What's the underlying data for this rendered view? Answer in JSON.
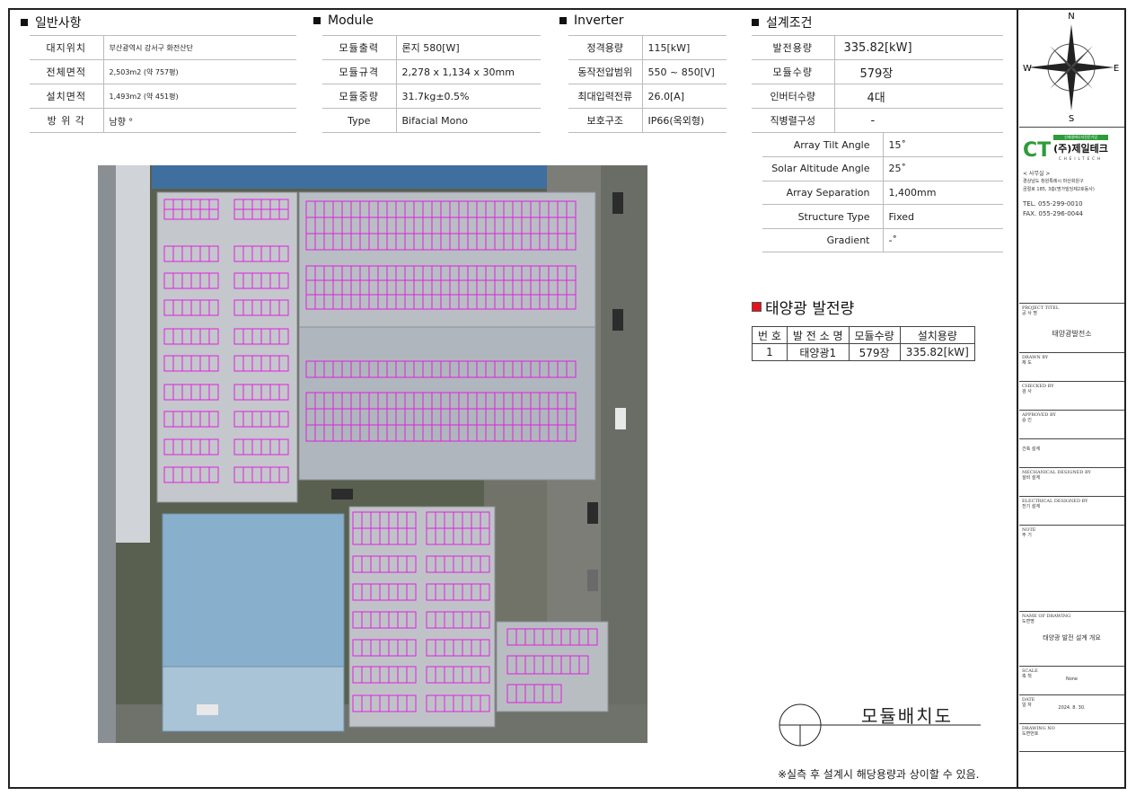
{
  "general": {
    "title": "일반사항",
    "rows": [
      {
        "key": "대지위치",
        "value": "부산광역시 강서구 화전산단"
      },
      {
        "key": "전체면적",
        "value": "2,503m2 (약 757평)"
      },
      {
        "key": "설치면적",
        "value": "1,493m2 (약 451평)"
      },
      {
        "key": "방 위 각",
        "value": "남향 °"
      }
    ]
  },
  "module": {
    "title": "Module",
    "rows": [
      {
        "key": "모듈출력",
        "value": "론지 580[W]"
      },
      {
        "key": "모듈규격",
        "value": "2,278 x 1,134 x 30mm"
      },
      {
        "key": "모듈중량",
        "value": "31.7kg±0.5%"
      },
      {
        "key": "Type",
        "value": "Bifacial Mono"
      }
    ]
  },
  "inverter": {
    "title": "Inverter",
    "rows": [
      {
        "key": "정격용량",
        "value": "115[kW]"
      },
      {
        "key": "동작전압범위",
        "value": "550 ~ 850[V]"
      },
      {
        "key": "최대입력전류",
        "value": "26.0[A]"
      },
      {
        "key": "보호구조",
        "value": "IP66(옥외형)"
      }
    ]
  },
  "conditions": {
    "title": "설계조건",
    "rows": [
      {
        "key": "발전용량",
        "value": "335.82[kW]"
      },
      {
        "key": "모듈수량",
        "value": "579장"
      },
      {
        "key": "인버터수량",
        "value": "4대"
      },
      {
        "key": "직병렬구성",
        "value": "-"
      }
    ],
    "rows2": [
      {
        "key": "Array Tilt Angle",
        "value": "15˚"
      },
      {
        "key": "Solar Altitude Angle",
        "value": "25˚"
      },
      {
        "key": "Array Separation",
        "value": "1,400mm"
      },
      {
        "key": "Structure Type",
        "value": "Fixed"
      },
      {
        "key": "Gradient",
        "value": "-˚"
      }
    ]
  },
  "generation": {
    "title": "태양광 발전량",
    "headers": [
      "번 호",
      "발 전 소 명",
      "모듈수량",
      "설치용량"
    ],
    "rows": [
      [
        "1",
        "태양광1",
        "579장",
        "335.82[kW]"
      ]
    ]
  },
  "drawing": {
    "label": "모듈배치도",
    "note": "※실측 후 설계시 해당용량과 상이할 수 있음."
  },
  "sidebar": {
    "compass": {
      "n": "N",
      "s": "S",
      "e": "E",
      "w": "W"
    },
    "company": {
      "badge": "신재생에너지전문기업",
      "logo_ct": "CT",
      "name": "(주)제일테크",
      "eng": "CHEILTECH",
      "office": "< 사무실 >",
      "addr1": "경상남도 창원특례시 마산회원구",
      "addr2": "곰절로 185, 3층(명가빌딩제2호동사)",
      "tel": "TEL. 055-299-0010",
      "fax": "FAX. 055-296-0044"
    },
    "project_label": "PROJECT TITEL",
    "project_label_kr": "공 사 명",
    "project_value": "태양광발전소",
    "drawn_label": "DRAWN BY",
    "drawn_label_kr": "제 도",
    "checked_label": "CHECKED BY",
    "checked_label_kr": "검 사",
    "approved_label": "APPROVED BY",
    "approved_label_kr": "승 인",
    "arch_label": "건축 설계",
    "mech_label": "MECHANICAL DESIGNED BY",
    "mech_label_kr": "설비 설계",
    "elec_label": "ELECTRICAL DESIGNED BY",
    "elec_label_kr": "전기 설계",
    "note_label": "NOTE",
    "note_label_kr": "주 기",
    "name_label": "NAME OF DRAWING",
    "name_label_kr": "도면명",
    "name_value": "태양광 발전 설계 개요",
    "scale_label": "SCALE",
    "scale_label_kr": "축 척",
    "scale_value": "None",
    "date_label": "DATE",
    "date_label_kr": "일 자",
    "date_value": "2024. 8. 30.",
    "dwgno_label": "DRAWING NO",
    "dwgno_label_kr": "도면번호"
  }
}
